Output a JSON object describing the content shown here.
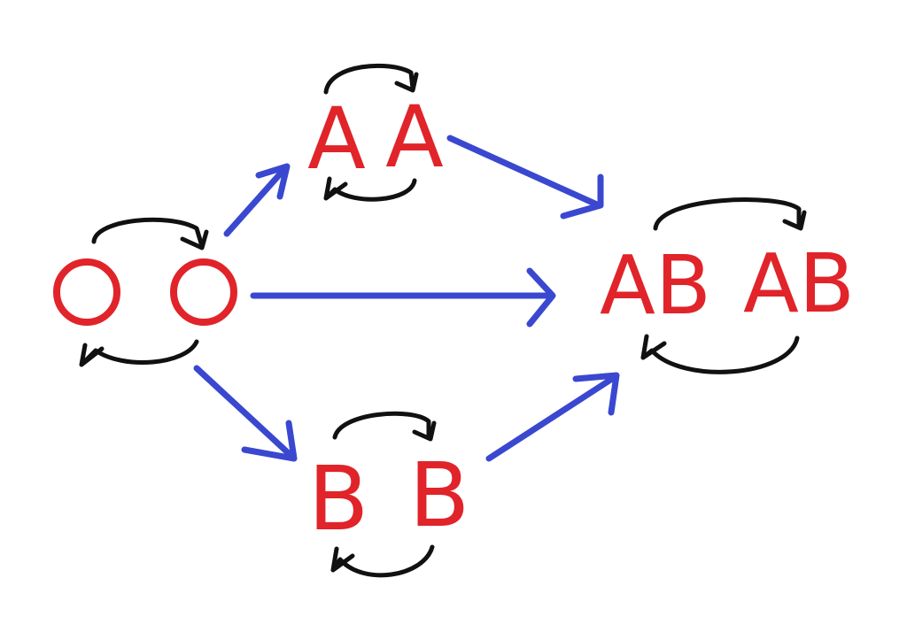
{
  "colors": {
    "node_text": "#e0242a",
    "flow_arrow": "#3a48d0",
    "swap_arrow": "#111111",
    "background": "#ffffff"
  },
  "nodes": {
    "oo": {
      "left": "O",
      "right": "O"
    },
    "aa": {
      "left": "A",
      "right": "A"
    },
    "bb": {
      "left": "B",
      "right": "B"
    },
    "abab": {
      "left": "AB",
      "right": "AB"
    }
  },
  "edges": [
    {
      "from": "oo",
      "to": "aa"
    },
    {
      "from": "oo",
      "to": "abab"
    },
    {
      "from": "oo",
      "to": "bb"
    },
    {
      "from": "aa",
      "to": "abab"
    },
    {
      "from": "bb",
      "to": "abab"
    }
  ]
}
